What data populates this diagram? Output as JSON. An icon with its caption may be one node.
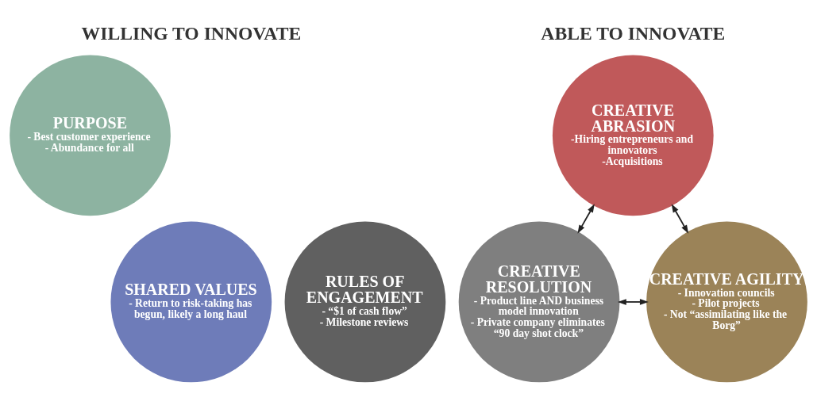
{
  "diagram": {
    "nodes": [
      {
        "text": [
          "PURPOSE",
          "- Best customer experience",
          "- Abundance for all"
        ]
      },
      {
        "text": [
          "SHARED VALUES",
          "- Return to risk-taking has begun, likely a long haul"
        ]
      },
      {
        "text": [
          "RULES OF ENGAGEMENT",
          "- “$1 of cash flow”",
          "- Milestone reviews"
        ]
      },
      {
        "text": [
          "CREATIVE ABRASION",
          "-Hiring entrepreneurs and innovators",
          "-Acquisitions"
        ]
      },
      {
        "text": [
          "CREATIVE RESOLUTION",
          "- Product line AND business model innovation",
          "- Private company eliminates “90 day shot clock”"
        ]
      },
      {
        "text": [
          "CREATIVE AGILITY",
          "- Innovation councils",
          "- Pilot projects",
          "- Not “assimilating like the Borg”"
        ]
      }
    ],
    "edges": [
      {
        "from": 3,
        "to": 4,
        "arrow": "both"
      },
      {
        "from": 3,
        "to": 5,
        "arrow": "both"
      },
      {
        "from": 4,
        "to": 5,
        "arrow": "both"
      }
    ],
    "labels": [
      "WILLING TO INNOVATE",
      "ABLE TO INNOVATE"
    ]
  }
}
